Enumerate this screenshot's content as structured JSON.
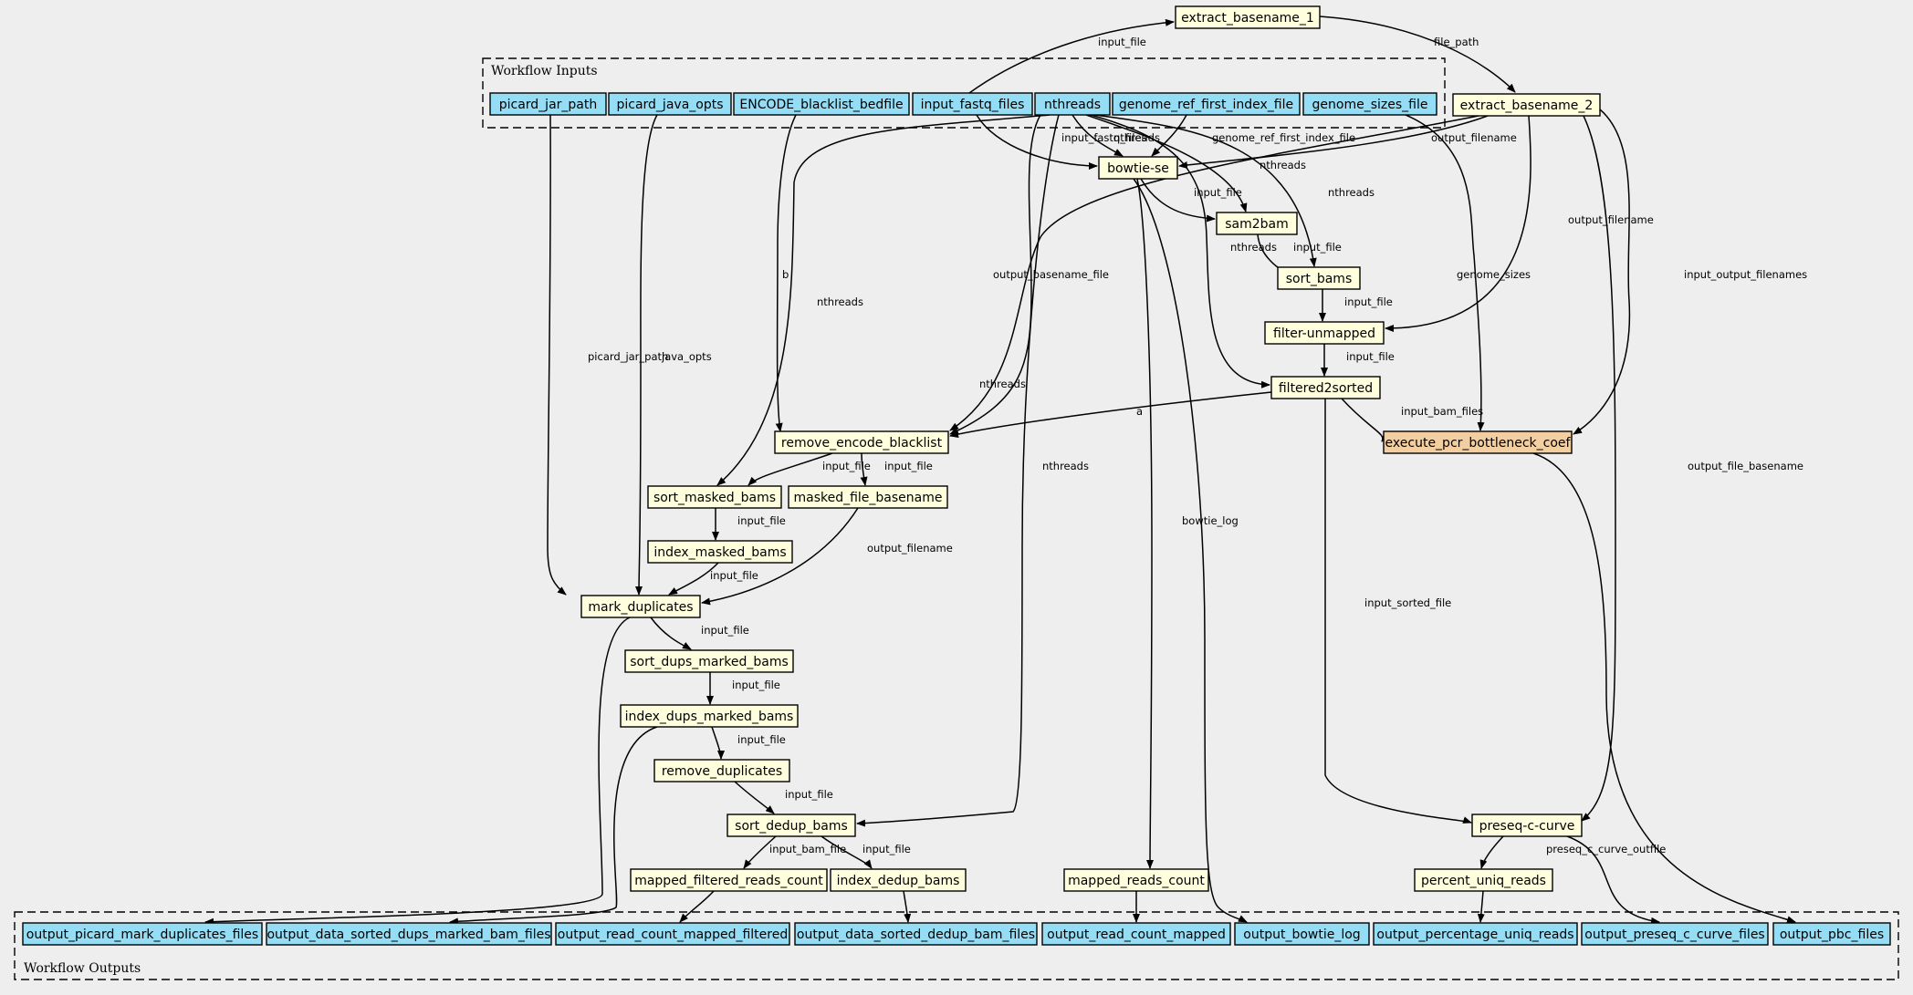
{
  "clusters": {
    "inputs_label": "Workflow Inputs",
    "outputs_label": "Workflow Outputs"
  },
  "colors": {
    "input_output_fill": "#94ddf4",
    "step_fill": "#ffffdd",
    "highlight_fill": "#f3cea1",
    "background": "#eeeeee"
  },
  "nodes": {
    "picard_jar_path": "picard_jar_path",
    "picard_java_opts": "picard_java_opts",
    "encode_blacklist_bedfile": "ENCODE_blacklist_bedfile",
    "input_fastq_files": "input_fastq_files",
    "nthreads": "nthreads",
    "genome_ref_first_index_file": "genome_ref_first_index_file",
    "genome_sizes_file": "genome_sizes_file",
    "extract_basename_1": "extract_basename_1",
    "extract_basename_2": "extract_basename_2",
    "bowtie_se": "bowtie-se",
    "sam2bam": "sam2bam",
    "sort_bams": "sort_bams",
    "filter_unmapped": "filter-unmapped",
    "filtered2sorted": "filtered2sorted",
    "execute_pcr_bottleneck_coef": "execute_pcr_bottleneck_coef",
    "remove_encode_blacklist": "remove_encode_blacklist",
    "sort_masked_bams": "sort_masked_bams",
    "masked_file_basename": "masked_file_basename",
    "index_masked_bams": "index_masked_bams",
    "mark_duplicates": "mark_duplicates",
    "sort_dups_marked_bams": "sort_dups_marked_bams",
    "index_dups_marked_bams": "index_dups_marked_bams",
    "remove_duplicates": "remove_duplicates",
    "sort_dedup_bams": "sort_dedup_bams",
    "mapped_filtered_reads_count": "mapped_filtered_reads_count",
    "index_dedup_bams": "index_dedup_bams",
    "mapped_reads_count": "mapped_reads_count",
    "preseq_c_curve": "preseq-c-curve",
    "percent_uniq_reads": "percent_uniq_reads",
    "output_picard_mark_duplicates_files": "output_picard_mark_duplicates_files",
    "output_data_sorted_dups_marked_bam_files": "output_data_sorted_dups_marked_bam_files",
    "output_read_count_mapped_filtered": "output_read_count_mapped_filtered",
    "output_data_sorted_dedup_bam_files": "output_data_sorted_dedup_bam_files",
    "output_read_count_mapped": "output_read_count_mapped",
    "output_bowtie_log": "output_bowtie_log",
    "output_percentage_uniq_reads": "output_percentage_uniq_reads",
    "output_preseq_c_curve_files": "output_preseq_c_curve_files",
    "output_pbc_files": "output_pbc_files"
  },
  "edge_labels": {
    "ifq_eb1": "input_file",
    "eb1_eb2": "file_path",
    "ifq_bowtie": "input_fastq_files",
    "nth_bowtie": "nthreads",
    "gref_bowtie": "genome_ref_first_index_file",
    "eb2_bowtie": "output_filename",
    "nth_sam2bam": "nthreads",
    "nth_sortbams": "nthreads",
    "bowtie_sam2bam": "input_file",
    "sam2bam_sortbams": "input_file",
    "eb2_filter": "output_filename",
    "sortbams_filter": "input_file",
    "gsizes_pcr": "genome_sizes",
    "eb2_pcr": "input_output_filenames",
    "nth_f2s": "nthreads",
    "filter_f2s": "input_file",
    "eb2_reb": "output_basename_file",
    "blacklist_reb": "b",
    "nth_sortmasked": "nthreads",
    "nth_reb": "nthreads",
    "jar_md": "picard_jar_path",
    "javaopts_md": "java_opts",
    "f2s_reb": "a",
    "f2s_pcr": "input_bam_files",
    "reb_sortmasked": "input_file",
    "reb_maskedbase": "input_file",
    "nth_sortdedup": "nthreads",
    "eb2_preseq": "output_file_basename",
    "sortmasked_index": "input_file",
    "bowtie_mrc": "bowtie_log",
    "index_md": "input_file",
    "maskedbase_md": "output_filename",
    "f2s_preseq": "input_sorted_file",
    "md_sortdups": "input_file",
    "sortdups_indexdups": "input_file",
    "indexdups_rmdups": "input_file",
    "rmdups_sortdedup": "input_file",
    "sortdedup_mfrc": "input_bam_file",
    "sortdedup_indexdedup": "input_file",
    "preseq_percent": "preseq_c_curve_outfile"
  }
}
